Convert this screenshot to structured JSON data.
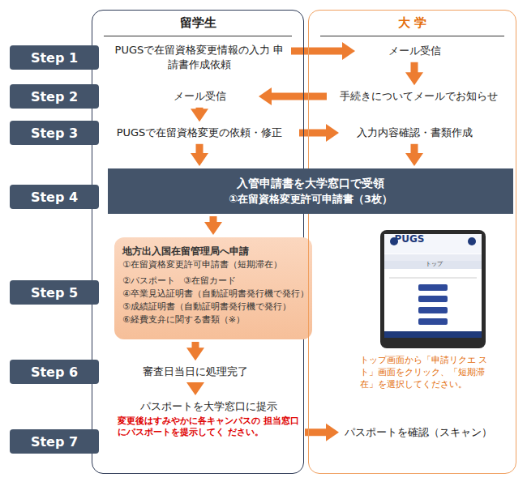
{
  "diagram": {
    "nodes": [
      {
        "text": [
          "留学生"
        ]
      },
      {
        "text": [
          "大 学"
        ]
      },
      {
        "text": [
          "Step 1"
        ]
      },
      {
        "text": [
          "Step 2"
        ]
      },
      {
        "text": [
          "Step 3"
        ]
      },
      {
        "text": [
          "Step 4"
        ]
      },
      {
        "text": [
          "Step 5"
        ]
      },
      {
        "text": [
          "Step 6"
        ]
      },
      {
        "text": [
          "Step 7"
        ]
      },
      {
        "text": [
          "PUGSで在留資格変更情報の入力 申請書作成依頼"
        ],
        "in": 0
      },
      {
        "text": [
          "メール受信"
        ],
        "in": 1
      },
      {
        "text": [
          "手続きについてメールでお知らせ"
        ],
        "in": 1
      },
      {
        "text": [
          "メール受信"
        ],
        "in": 0
      },
      {
        "text": [
          "PUGSで在留資格変更の依頼・修正"
        ],
        "in": 0
      },
      {
        "text": [
          "入力内容確認・書類作成"
        ],
        "in": 1
      },
      {
        "text": [
          "入管申請書を大学窓口で受領",
          "①在留資格変更許可申請書（3枚）"
        ]
      },
      {
        "text": [
          "地方出入国在留管理局へ申請",
          "①在留資格変更許可申請書（短期滞在）",
          "②パスポート",
          "③在留カード",
          "④卒業見込証明書（自動証明書発行機で発行）",
          "⑤成績証明書（自動証明書発行機で発行）",
          "⑥経費支弁に関する書類（※）"
        ],
        "in": 0
      },
      {
        "text": [
          "審査日当日に処理完了"
        ],
        "in": 0
      },
      {
        "text": [
          "パスポートを大学窓口に提示",
          "変更後はすみやかに各キャンパスの 担当窓口にパスポートを提示してく ださい。"
        ],
        "in": 0
      },
      {
        "text": [
          "パスポートを確認（スキャン）"
        ],
        "in": 1
      }
    ],
    "edges": [
      {
        "from": 9,
        "to": 10,
        "arrow": "to"
      },
      {
        "from": 10,
        "to": 11,
        "arrow": "to"
      },
      {
        "from": 11,
        "to": 12,
        "arrow": "to"
      },
      {
        "from": 12,
        "to": 13,
        "arrow": "to"
      },
      {
        "from": 13,
        "to": 14,
        "arrow": "to"
      },
      {
        "from": 13,
        "to": 15,
        "arrow": "to"
      },
      {
        "from": 14,
        "to": 15,
        "arrow": "to"
      },
      {
        "from": 15,
        "to": 16,
        "arrow": "to"
      },
      {
        "from": 16,
        "to": 17,
        "arrow": "to"
      },
      {
        "from": 17,
        "to": 18,
        "arrow": "to"
      },
      {
        "from": 18,
        "to": 19,
        "arrow": "to"
      }
    ],
    "labels": [
      "PUGS",
      "トップ",
      "トップ画面から「申請リクエ スト」画面をクリック、「短期滞 在」を選択してください。"
    ]
  }
}
